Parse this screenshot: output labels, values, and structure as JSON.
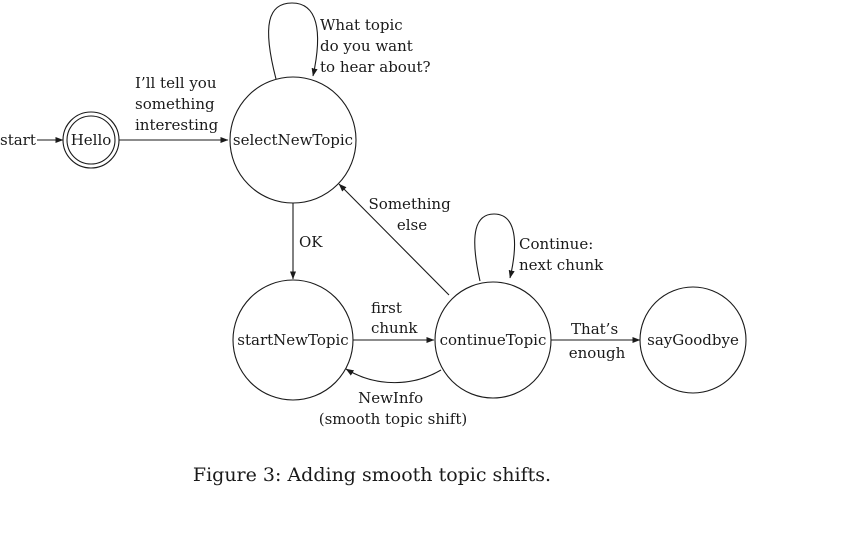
{
  "figure": {
    "caption": "Figure 3: Adding smooth topic shifts."
  },
  "start_label": "start",
  "states": {
    "hello": "Hello",
    "select_new_topic": "selectNewTopic",
    "start_new_topic": "startNewTopic",
    "continue_topic": "continueTopic",
    "say_goodbye": "sayGoodbye"
  },
  "transitions": {
    "hello_to_select": [
      "I’ll tell you",
      "something",
      "interesting"
    ],
    "select_self_loop": [
      "What topic",
      "do you want",
      "to hear about?"
    ],
    "select_to_start": [
      "OK"
    ],
    "start_to_continue": [
      "first",
      "chunk"
    ],
    "continue_to_select": [
      "Something",
      "else"
    ],
    "continue_self_loop": [
      "Continue:",
      "next chunk"
    ],
    "continue_to_start": [
      "NewInfo",
      "(smooth topic shift)"
    ],
    "continue_to_goodbye": [
      "That’s",
      "enough"
    ]
  }
}
